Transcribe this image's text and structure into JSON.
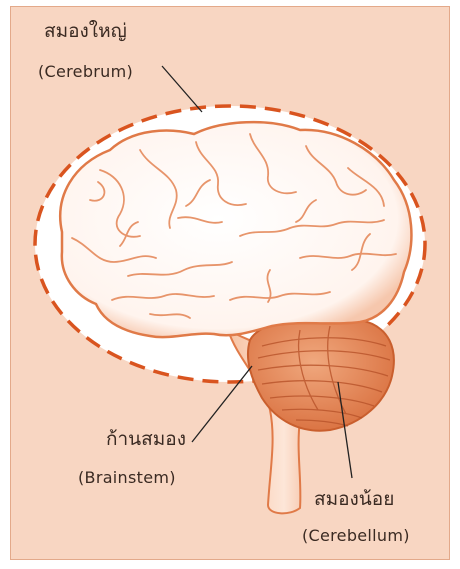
{
  "labels": {
    "cerebrum": {
      "thai": "สมองใหญ่",
      "english": "(Cerebrum)"
    },
    "brainstem": {
      "thai": "ก้านสมอง",
      "english": "(Brainstem)"
    },
    "cerebellum": {
      "thai": "สมองน้อย",
      "english": "(Cerebellum)"
    }
  },
  "colors": {
    "background": "#f8d6c2",
    "brain_fill": "#ffffff",
    "brain_outline": "#e07a48",
    "cerebellum_fill": "#e8915f",
    "dashed_ellipse": "#d9541f",
    "leader_line": "#222222"
  }
}
